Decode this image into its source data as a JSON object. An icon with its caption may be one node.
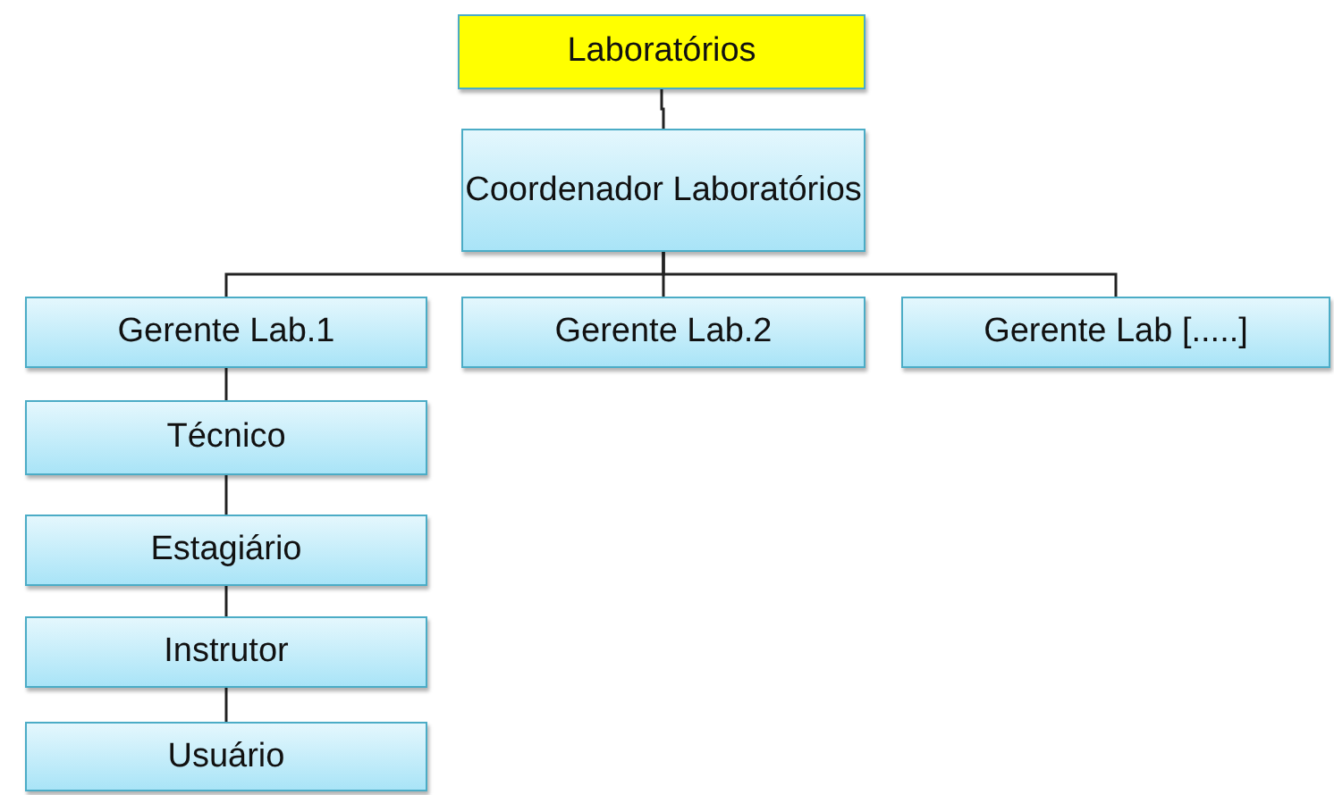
{
  "diagram": {
    "nodes": [
      {
        "text": [
          "Laboratórios"
        ]
      },
      {
        "text": [
          "Coordenador Laboratórios"
        ]
      },
      {
        "text": [
          "Gerente Lab.1"
        ]
      },
      {
        "text": [
          "Gerente Lab.2"
        ]
      },
      {
        "text": [
          "Gerente Lab [.....]"
        ]
      },
      {
        "text": [
          "Técnico"
        ]
      },
      {
        "text": [
          "Estagiário"
        ]
      },
      {
        "text": [
          "Instrutor"
        ]
      },
      {
        "text": [
          "Usuário"
        ]
      }
    ],
    "edges": [
      {
        "from": 0,
        "to": 1,
        "arrow": "none"
      },
      {
        "from": 1,
        "to": 2,
        "arrow": "none"
      },
      {
        "from": 1,
        "to": 3,
        "arrow": "none"
      },
      {
        "from": 1,
        "to": 4,
        "arrow": "none"
      },
      {
        "from": 2,
        "to": 5,
        "arrow": "none"
      },
      {
        "from": 5,
        "to": 6,
        "arrow": "none"
      },
      {
        "from": 6,
        "to": 7,
        "arrow": "none"
      },
      {
        "from": 7,
        "to": 8,
        "arrow": "none"
      }
    ]
  }
}
